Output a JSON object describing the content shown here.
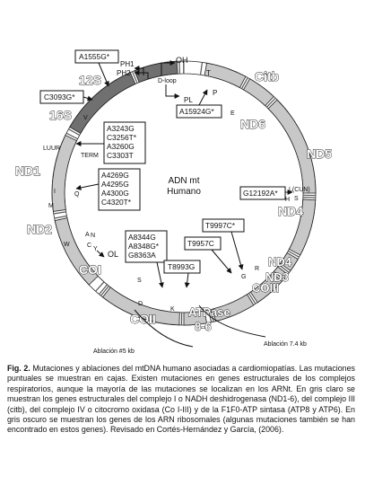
{
  "center_label": [
    "ADN mt",
    "Humano"
  ],
  "genes": {
    "s12": "12S",
    "s16": "16S",
    "nd1": "ND1",
    "nd2": "ND2",
    "co1": "COI",
    "co2": "COII",
    "atpase": [
      "ATPase",
      "8-6"
    ],
    "co3": "COIII",
    "nd3": "ND3",
    "nd4l": "ND4",
    "nd4": "ND4",
    "nd5": "ND5",
    "nd6": "ND6",
    "citb": "Citb"
  },
  "control_labels": {
    "oh": "OH",
    "dloop": "D-loop",
    "ph1": "PH1",
    "ph2": "PH2",
    "pl": "PL",
    "t": "T",
    "p": "P",
    "v": "V",
    "e": "E",
    "luur": "LUUR",
    "term": "TERM",
    "i": "I",
    "q": "Q",
    "m": "M",
    "w": "W",
    "a": "A",
    "n": "N",
    "c": "C",
    "y": "Y",
    "ol": "OL",
    "s": "S",
    "d": "D",
    "k": "K",
    "g": "G",
    "r": "R",
    "h": "H",
    "lcun": "L(CUN)",
    "s2": "S"
  },
  "mutations": {
    "m1555": [
      "A1555G*"
    ],
    "m3093": [
      "C3093G*"
    ],
    "m15924": [
      "A15924G*"
    ],
    "m3243": [
      "A3243G",
      "C3256T*",
      "A3260G",
      "C3303T"
    ],
    "m4269": [
      "A4269G",
      "A4295G",
      "A4300G",
      "C4320T*"
    ],
    "m12192": [
      "G12192A*"
    ],
    "m9997": [
      "T9997C*"
    ],
    "m9957": [
      "T9957C"
    ],
    "m8344": [
      "A8344G",
      "A8348G*",
      "G8363A"
    ],
    "m8993": [
      "T8993G"
    ]
  },
  "ablations": {
    "a5": "Ablación #5 kb",
    "a74": "Ablación 7.4 kb"
  },
  "caption": {
    "fig_label": "Fig. 2.",
    "text": "Mutaciones y ablaciones del mtDNA humano asociadas a cardiomiopatías. Las mutaciones puntuales se muestran en cajas. Existen mutaciones en genes estructurales de los complejos respiratorios, aunque la mayoría de las mutaciones se localizan en los ARNt. En gris claro se muestran los genes estructurales del complejo I o NADH deshidrogenasa (ND1-6), del complejo III (citb), del complejo IV o citocromo oxidasa (Co I-III) y de la F1F0-ATP sintasa (ATP8 y ATP6). En gris oscuro se muestran los genes de los ARN ribosomales (algunas mutaciones también se han encontrado en estos genes). Revisado en Cortés-Hernández y García, (2006)."
  },
  "colors": {
    "light_gray": "#c8c8c8",
    "dark_gray": "#707070",
    "tick": "#555555"
  }
}
